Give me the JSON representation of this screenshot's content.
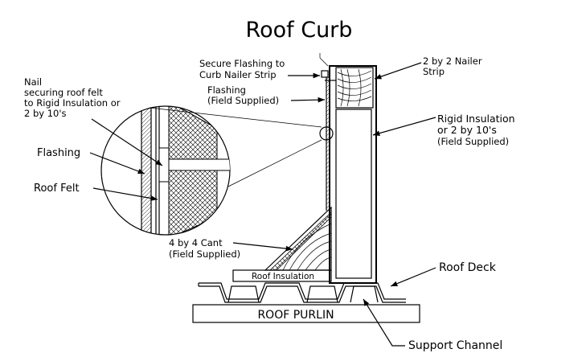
{
  "title": "Roof Curb",
  "labels": {
    "secure_flashing_1": "Secure Flashing to",
    "secure_flashing_2": "Curb Nailer Strip",
    "nailer_1": "2 by 2 Nailer",
    "nailer_2": "Strip",
    "flashing_fs_1": "Flashing",
    "flashing_fs_2": "(Field Supplied)",
    "nail_1": "Nail",
    "nail_2": "securing roof felt",
    "nail_3": "to Rigid Insulation or",
    "nail_4": "2 by 10's",
    "rigid_1": "Rigid Insulation",
    "rigid_2": "or 2 by 10's",
    "rigid_3": "(Field Supplied)",
    "flashing": "Flashing",
    "roof_felt": "Roof Felt",
    "cant_1": "4 by 4 Cant",
    "cant_2": "(Field Supplied)",
    "roof_insulation": "Roof Insulation",
    "roof_deck": "Roof Deck",
    "roof_purlin": "ROOF PURLIN",
    "support_channel": "Support Channel"
  }
}
